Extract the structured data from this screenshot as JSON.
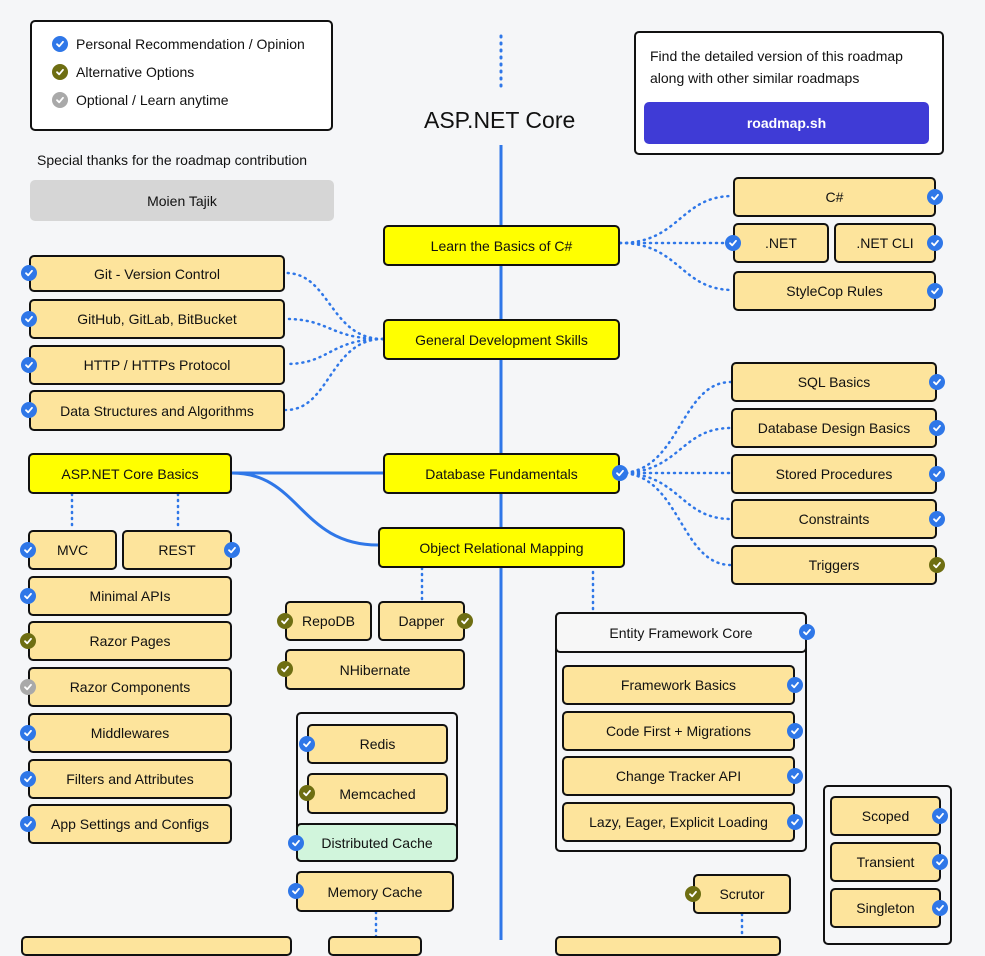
{
  "colors": {
    "topic": "#ffff00",
    "subtopic": "#fde49c",
    "recommended": "#2f77e8",
    "alternative": "#6e6e12",
    "optional": "#a9a9a9",
    "spine": "#2f77e8",
    "button": "#3f3bd6"
  },
  "legend": {
    "recommended": "Personal Recommendation / Opinion",
    "alternative": "Alternative Options",
    "optional": "Optional / Learn anytime"
  },
  "title": "ASP.NET Core",
  "info": {
    "line1": "Find the detailed version of this roadmap",
    "line2": "along with other similar roadmaps",
    "button": "roadmap.sh"
  },
  "thanks": {
    "text": "Special thanks for the roadmap contribution",
    "name": "Moien Tajik"
  },
  "topics": {
    "basics_csharp": "Learn the Basics of C#",
    "general_dev": "General Development Skills",
    "db_fundamentals": "Database Fundamentals",
    "aspnet_basics": "ASP.NET Core Basics",
    "orm": "Object Relational Mapping"
  },
  "csharp": {
    "csharp": "C#",
    "dotnet": ".NET",
    "dotnet_cli": ".NET CLI",
    "stylecop": "StyleCop Rules"
  },
  "dev_skills": [
    "Git - Version Control",
    "GitHub, GitLab, BitBucket",
    "HTTP / HTTPs Protocol",
    "Data Structures and Algorithms"
  ],
  "database": [
    "SQL Basics",
    "Database Design Basics",
    "Stored Procedures",
    "Constraints",
    "Triggers"
  ],
  "aspnet": {
    "mvc": "MVC",
    "rest": "REST",
    "items": [
      "Minimal APIs",
      "Razor Pages",
      "Razor Components",
      "Middlewares",
      "Filters and Attributes",
      "App Settings and Configs"
    ]
  },
  "orm": {
    "repodb": "RepoDB",
    "dapper": "Dapper",
    "nhibernate": "NHibernate"
  },
  "ef": {
    "title": "Entity Framework Core",
    "items": [
      "Framework Basics",
      "Code First + Migrations",
      "Change Tracker API",
      "Lazy, Eager, Explicit Loading"
    ]
  },
  "cache": {
    "redis": "Redis",
    "memcached": "Memcached",
    "distributed": "Distributed Cache",
    "memory": "Memory Cache"
  },
  "scrutor": "Scrutor",
  "lifetimes": [
    "Scoped",
    "Transient",
    "Singleton"
  ]
}
